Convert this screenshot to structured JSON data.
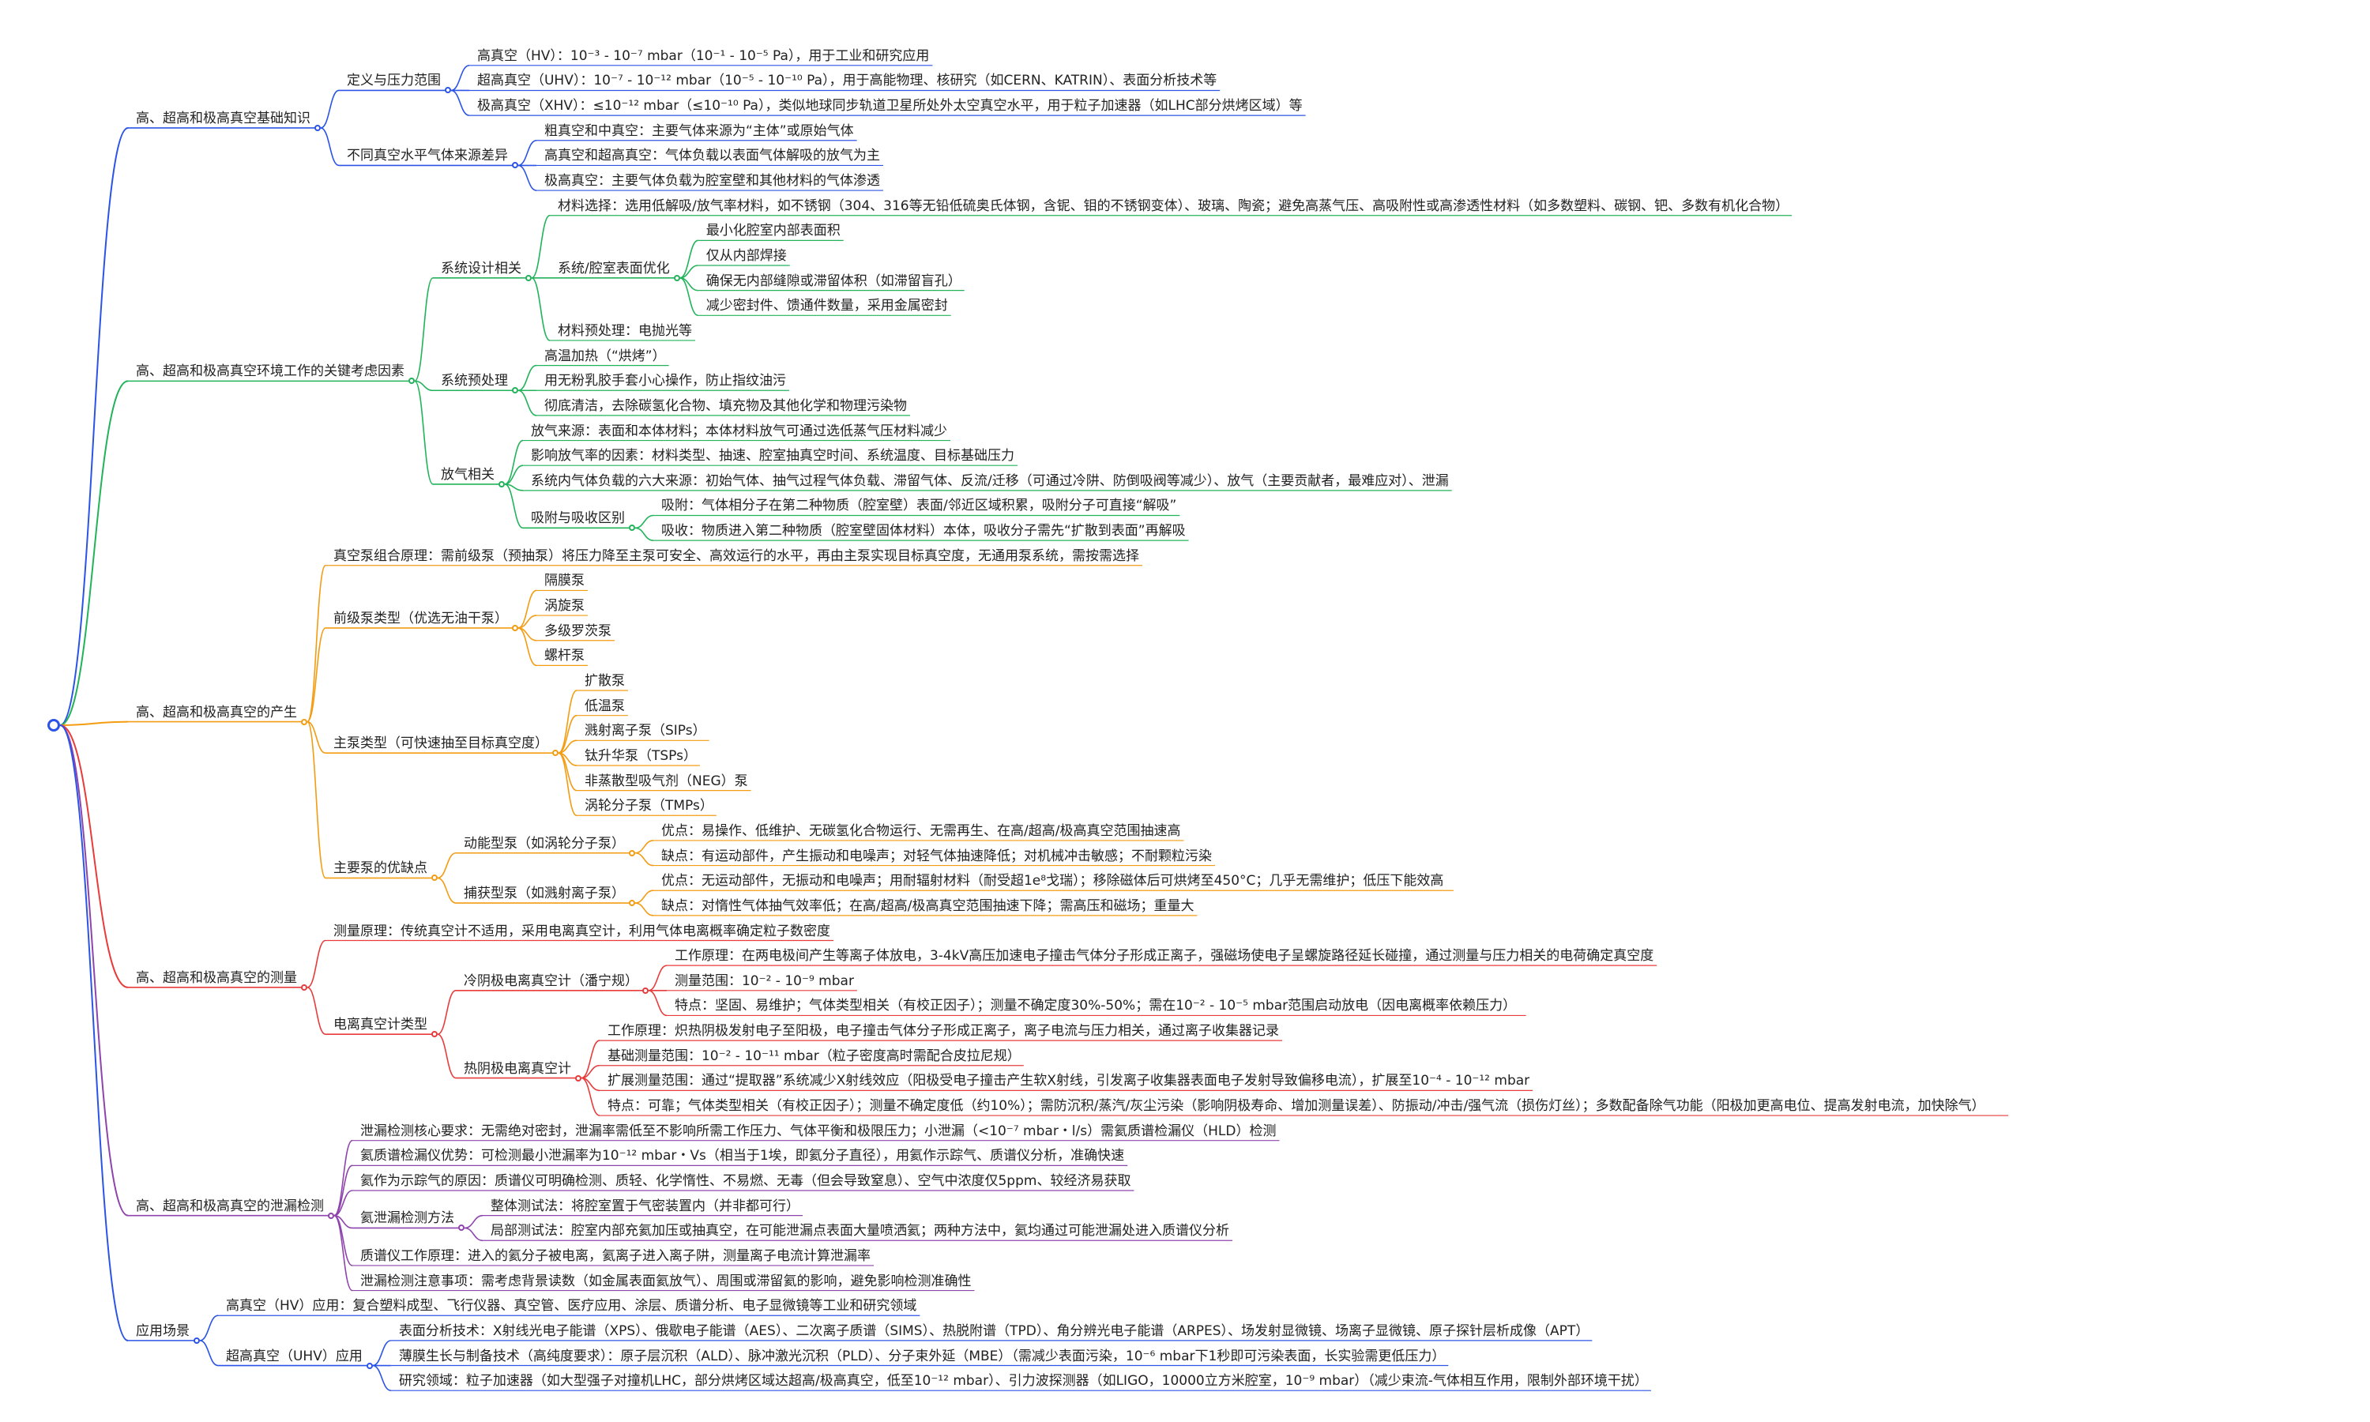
{
  "colors": {
    "blue": "#2b54e6",
    "green": "#22b35a",
    "orange": "#f39c12",
    "red": "#e83b3b",
    "purple": "#8e44ad",
    "text": "#222222"
  },
  "tree": {
    "text": "",
    "children": [
      {
        "text": "高、超高和极高真空基础知识",
        "color": "blue",
        "children": [
          {
            "text": "定义与压力范围",
            "children": [
              {
                "text": "高真空（HV）：10⁻³ - 10⁻⁷ mbar（10⁻¹ - 10⁻⁵ Pa），用于工业和研究应用"
              },
              {
                "text": "超高真空（UHV）：10⁻⁷ - 10⁻¹² mbar（10⁻⁵ - 10⁻¹⁰ Pa），用于高能物理、核研究（如CERN、KATRIN）、表面分析技术等"
              },
              {
                "text": "极高真空（XHV）：≤10⁻¹² mbar（≤10⁻¹⁰ Pa），类似地球同步轨道卫星所处外太空真空水平，用于粒子加速器（如LHC部分烘烤区域）等"
              }
            ]
          },
          {
            "text": "不同真空水平气体来源差异",
            "children": [
              {
                "text": "粗真空和中真空：主要气体来源为“主体”或原始气体"
              },
              {
                "text": "高真空和超高真空：气体负载以表面气体解吸的放气为主"
              },
              {
                "text": "极高真空：主要气体负载为腔室壁和其他材料的气体渗透"
              }
            ]
          }
        ]
      },
      {
        "text": "高、超高和极高真空环境工作的关键考虑因素",
        "color": "green",
        "children": [
          {
            "text": "系统设计相关",
            "children": [
              {
                "text": "材料选择：选用低解吸/放气率材料，如不锈钢（304、316等无铅低硫奥氏体钢，含铌、钼的不锈钢变体）、玻璃、陶瓷；避免高蒸气压、高吸附性或高渗透性材料（如多数塑料、碳钢、钯、多数有机化合物）"
              },
              {
                "text": "系统/腔室表面优化",
                "children": [
                  {
                    "text": "最小化腔室内部表面积"
                  },
                  {
                    "text": "仅从内部焊接"
                  },
                  {
                    "text": "确保无内部缝隙或滞留体积（如滞留盲孔）"
                  },
                  {
                    "text": "减少密封件、馈通件数量，采用金属密封"
                  }
                ]
              },
              {
                "text": "材料预处理：电抛光等"
              }
            ]
          },
          {
            "text": "系统预处理",
            "children": [
              {
                "text": "高温加热（“烘烤”）"
              },
              {
                "text": "用无粉乳胶手套小心操作，防止指纹油污"
              },
              {
                "text": "彻底清洁，去除碳氢化合物、填充物及其他化学和物理污染物"
              }
            ]
          },
          {
            "text": "放气相关",
            "children": [
              {
                "text": "放气来源：表面和本体材料；本体材料放气可通过选低蒸气压材料减少"
              },
              {
                "text": "影响放气率的因素：材料类型、抽速、腔室抽真空时间、系统温度、目标基础压力"
              },
              {
                "text": "系统内气体负载的六大来源：初始气体、抽气过程气体负载、滞留气体、反流/迁移（可通过冷阱、防倒吸阀等减少）、放气（主要贡献者，最难应对）、泄漏"
              },
              {
                "text": "吸附与吸收区别",
                "children": [
                  {
                    "text": "吸附：气体相分子在第二种物质（腔室壁）表面/邻近区域积累，吸附分子可直接“解吸”"
                  },
                  {
                    "text": "吸收：物质进入第二种物质（腔室壁固体材料）本体，吸收分子需先“扩散到表面”再解吸"
                  }
                ]
              }
            ]
          }
        ]
      },
      {
        "text": "高、超高和极高真空的产生",
        "color": "orange",
        "children": [
          {
            "text": "真空泵组合原理：需前级泵（预抽泵）将压力降至主泵可安全、高效运行的水平，再由主泵实现目标真空度，无通用泵系统，需按需选择"
          },
          {
            "text": "前级泵类型（优选无油干泵）",
            "children": [
              {
                "text": "隔膜泵"
              },
              {
                "text": "涡旋泵"
              },
              {
                "text": "多级罗茨泵"
              },
              {
                "text": "螺杆泵"
              }
            ]
          },
          {
            "text": "主泵类型（可快速抽至目标真空度）",
            "children": [
              {
                "text": "扩散泵"
              },
              {
                "text": "低温泵"
              },
              {
                "text": "溅射离子泵（SIPs）"
              },
              {
                "text": "钛升华泵（TSPs）"
              },
              {
                "text": "非蒸散型吸气剂（NEG）泵"
              },
              {
                "text": "涡轮分子泵（TMPs）"
              }
            ]
          },
          {
            "text": "主要泵的优缺点",
            "children": [
              {
                "text": "动能型泵（如涡轮分子泵）",
                "children": [
                  {
                    "text": "优点：易操作、低维护、无碳氢化合物运行、无需再生、在高/超高/极高真空范围抽速高"
                  },
                  {
                    "text": "缺点：有运动部件，产生振动和电噪声；对轻气体抽速降低；对机械冲击敏感；不耐颗粒污染"
                  }
                ]
              },
              {
                "text": "捕获型泵（如溅射离子泵）",
                "children": [
                  {
                    "text": "优点：无运动部件，无振动和电噪声；用耐辐射材料（耐受超1e⁸戈瑞）；移除磁体后可烘烤至450°C；几乎无需维护；低压下能效高"
                  },
                  {
                    "text": "缺点：对惰性气体抽气效率低；在高/超高/极高真空范围抽速下降；需高压和磁场；重量大"
                  }
                ]
              }
            ]
          }
        ]
      },
      {
        "text": "高、超高和极高真空的测量",
        "color": "red",
        "children": [
          {
            "text": "测量原理：传统真空计不适用，采用电离真空计，利用气体电离概率确定粒子数密度"
          },
          {
            "text": "电离真空计类型",
            "children": [
              {
                "text": "冷阴极电离真空计（潘宁规）",
                "children": [
                  {
                    "text": "工作原理：在两电极间产生等离子体放电，3-4kV高压加速电子撞击气体分子形成正离子，强磁场使电子呈螺旋路径延长碰撞，通过测量与压力相关的电荷确定真空度"
                  },
                  {
                    "text": "测量范围：10⁻² - 10⁻⁹ mbar"
                  },
                  {
                    "text": "特点：坚固、易维护；气体类型相关（有校正因子）；测量不确定度30%-50%；需在10⁻² - 10⁻⁵ mbar范围启动放电（因电离概率依赖压力）"
                  }
                ]
              },
              {
                "text": "热阴极电离真空计",
                "children": [
                  {
                    "text": "工作原理：炽热阴极发射电子至阳极，电子撞击气体分子形成正离子，离子电流与压力相关，通过离子收集器记录"
                  },
                  {
                    "text": "基础测量范围：10⁻² - 10⁻¹¹ mbar（粒子密度高时需配合皮拉尼规）"
                  },
                  {
                    "text": "扩展测量范围：通过“提取器”系统减少X射线效应（阳极受电子撞击产生软X射线，引发离子收集器表面电子发射导致偏移电流），扩展至10⁻⁴ - 10⁻¹² mbar"
                  },
                  {
                    "text": "特点：可靠；气体类型相关（有校正因子）；测量不确定度低（约10%）；需防沉积/蒸汽/灰尘污染（影响阴极寿命、增加测量误差）、防振动/冲击/强气流（损伤灯丝）；多数配备除气功能（阳极加更高电位、提高发射电流，加快除气）"
                  }
                ]
              }
            ]
          }
        ]
      },
      {
        "text": "高、超高和极高真空的泄漏检测",
        "color": "purple",
        "children": [
          {
            "text": "泄漏检测核心要求：无需绝对密封，泄漏率需低至不影响所需工作压力、气体平衡和极限压力；小泄漏（<10⁻⁷ mbar・l/s）需氦质谱检漏仪（HLD）检测"
          },
          {
            "text": "氦质谱检漏仪优势：可检测最小泄漏率为10⁻¹² mbar・Vs（相当于1埃，即氦分子直径），用氦作示踪气、质谱仪分析，准确快速"
          },
          {
            "text": "氦作为示踪气的原因：质谱仪可明确检测、质轻、化学惰性、不易燃、无毒（但会导致窒息）、空气中浓度仅5ppm、较经济易获取"
          },
          {
            "text": "氦泄漏检测方法",
            "children": [
              {
                "text": "整体测试法：将腔室置于气密装置内（并非都可行）"
              },
              {
                "text": "局部测试法：腔室内部充氦加压或抽真空，在可能泄漏点表面大量喷洒氦；两种方法中，氦均通过可能泄漏处进入质谱仪分析"
              }
            ]
          },
          {
            "text": "质谱仪工作原理：进入的氦分子被电离，氦离子进入离子阱，测量离子电流计算泄漏率"
          },
          {
            "text": "泄漏检测注意事项：需考虑背景读数（如金属表面氦放气）、周围或滞留氦的影响，避免影响检测准确性"
          }
        ]
      },
      {
        "text": "应用场景",
        "color": "blue",
        "children": [
          {
            "text": "高真空（HV）应用：复合塑料成型、飞行仪器、真空管、医疗应用、涂层、质谱分析、电子显微镜等工业和研究领域"
          },
          {
            "text": "超高真空（UHV）应用",
            "children": [
              {
                "text": "表面分析技术：X射线光电子能谱（XPS）、俄歇电子能谱（AES）、二次离子质谱（SIMS）、热脱附谱（TPD）、角分辨光电子能谱（ARPES）、场发射显微镜、场离子显微镜、原子探针层析成像（APT）"
              },
              {
                "text": "薄膜生长与制备技术（高纯度要求）：原子层沉积（ALD）、脉冲激光沉积（PLD）、分子束外延（MBE）（需减少表面污染，10⁻⁶ mbar下1秒即可污染表面，长实验需更低压力）"
              },
              {
                "text": "研究领域：粒子加速器（如大型强子对撞机LHC，部分烘烤区域达超高/极高真空，低至10⁻¹² mbar）、引力波探测器（如LIGO，10000立方米腔室，10⁻⁹ mbar）（减少束流-气体相互作用，限制外部环境干扰）"
              }
            ]
          }
        ]
      }
    ]
  }
}
